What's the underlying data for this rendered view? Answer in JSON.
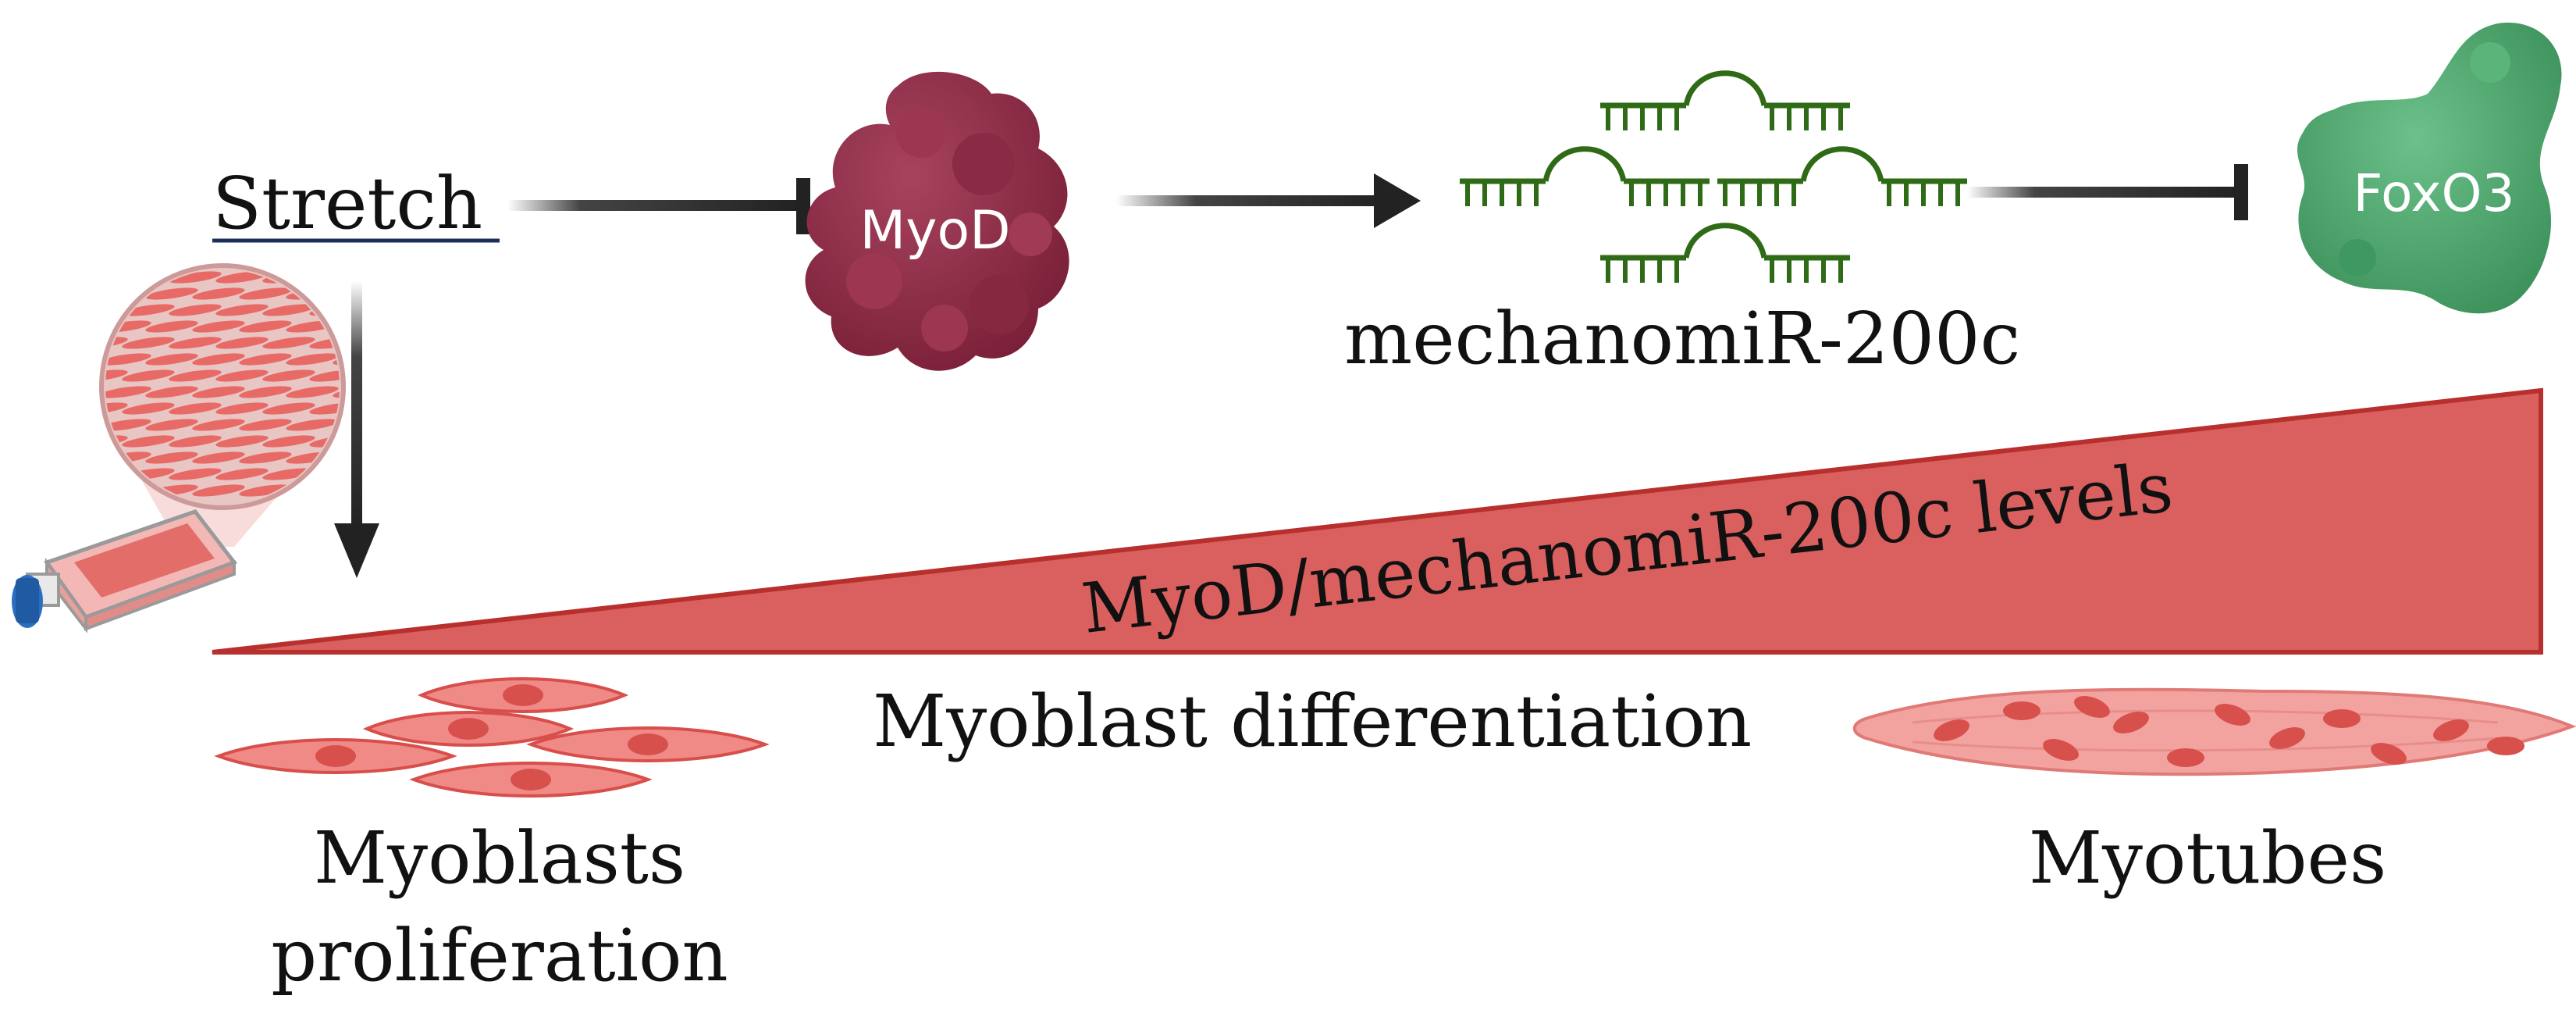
{
  "labels": {
    "stretch": "Stretch",
    "myod": "MyoD",
    "mirna": "mechanomiR-200c",
    "foxo3": "FoxO3",
    "wedge": "MyoD/mechanomiR-200c levels",
    "differentiation": "Myoblast differentiation",
    "myoblasts_line1": "Myoblasts",
    "myoblasts_line2": "proliferation",
    "myotubes": "Myotubes"
  },
  "colors": {
    "stretch_text": "#1b2f57",
    "arrow": "#222222",
    "myod_fill": "#8e2a45",
    "mirna_stroke": "#2f6b16",
    "foxo3_fill": "#4aa56c",
    "wedge_fill": "#d9605e",
    "wedge_stroke": "#b8302e",
    "cell_fill": "#f08a86",
    "cell_stroke": "#d84e4a",
    "nucleus": "#d8504c",
    "flask_cap": "#2b6fc0"
  },
  "relations": [
    {
      "from": "Stretch",
      "to": "MyoD",
      "type": "inhibits"
    },
    {
      "from": "MyoD",
      "to": "mechanomiR-200c",
      "type": "activates"
    },
    {
      "from": "mechanomiR-200c",
      "to": "FoxO3",
      "type": "inhibits"
    },
    {
      "from": "Stretch",
      "to": "Myoblasts proliferation",
      "type": "leads-to"
    }
  ]
}
